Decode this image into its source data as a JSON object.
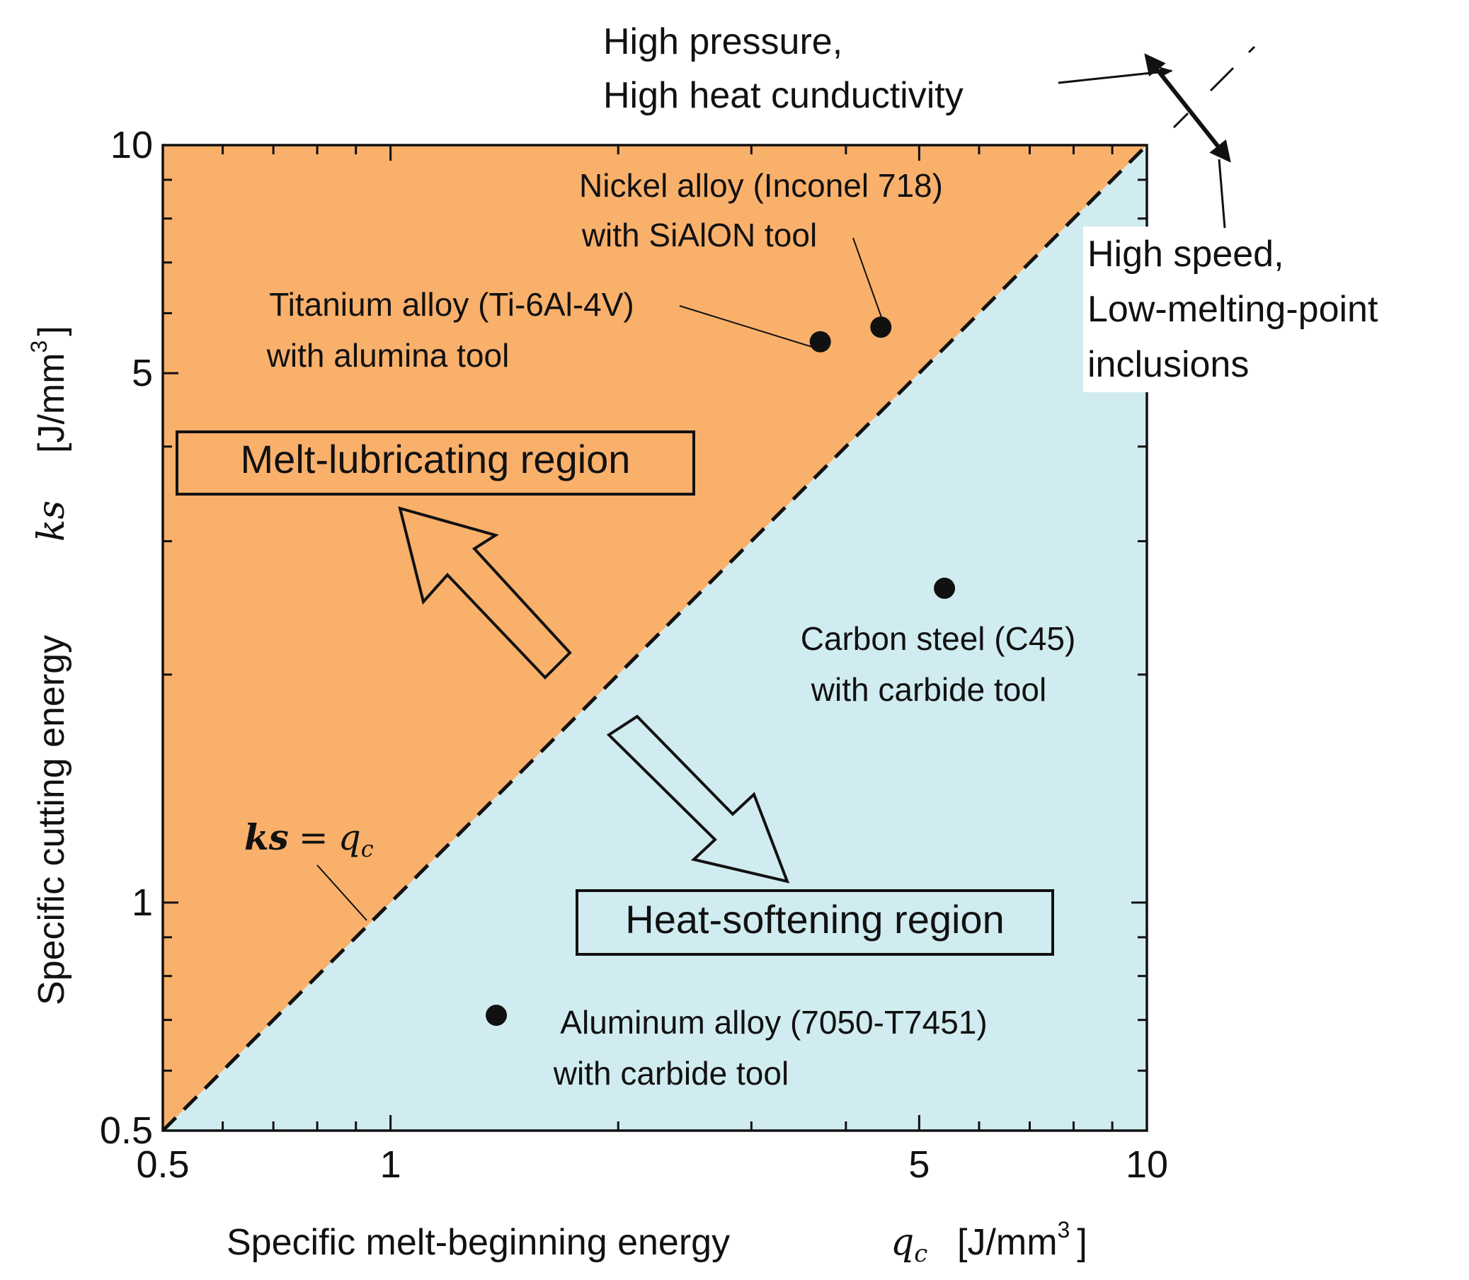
{
  "chart_data": {
    "type": "scatter",
    "x_scale": "log",
    "y_scale": "log",
    "xlim": [
      0.5,
      10
    ],
    "ylim": [
      0.5,
      10
    ],
    "x_ticks": [
      0.5,
      1,
      5,
      10
    ],
    "y_ticks": [
      0.5,
      1,
      5,
      10
    ],
    "x_tick_labels": [
      "0.5",
      "1",
      "5",
      "10"
    ],
    "y_tick_labels": [
      "0.5",
      "1",
      "5",
      "10"
    ],
    "xlabel": "Specific melt-beginning energy",
    "xlabel_symbol": "q",
    "xlabel_subscript": "c",
    "xlabel_unit": "[J/mm",
    "xlabel_unit_sup": "3",
    "xlabel_unit_close": "]",
    "ylabel": "Specific cutting energy",
    "ylabel_symbol": "ks",
    "ylabel_unit": "[J/mm",
    "ylabel_unit_sup": "3",
    "ylabel_unit_close": "]",
    "grid": false,
    "legend": "none",
    "regions": [
      {
        "name": "Melt-lubricating region",
        "color": "#f9b06b",
        "side": "above ks = qc"
      },
      {
        "name": "Heat-softening region",
        "color": "#d0ecf0",
        "side": "below ks = qc"
      }
    ],
    "reference_line": {
      "label_lhs": "ks",
      "label_eq": "=",
      "label_rhs": "q",
      "label_rhs_sub": "c",
      "style": "dashed",
      "points": [
        [
          0.5,
          0.5
        ],
        [
          10,
          10
        ]
      ]
    },
    "points": [
      {
        "label_line1": "Titanium alloy (Ti-6Al-4V)",
        "label_line2": "with alumina tool",
        "x": 3.7,
        "y": 5.5
      },
      {
        "label_line1": "Nickel alloy (Inconel 718)",
        "label_line2": "with SiAlON tool",
        "x": 4.45,
        "y": 5.75
      },
      {
        "label_line1": "Carbon steel (C45)",
        "label_line2": "with carbide tool",
        "x": 5.4,
        "y": 2.6
      },
      {
        "label_line1": "Aluminum alloy (7050-T7451)",
        "label_line2": "with carbide tool",
        "x": 1.38,
        "y": 0.71
      }
    ],
    "corner_annotations": {
      "upper_line1": "High pressure,",
      "upper_line2": "High heat cunductivity",
      "lower_line1": "High speed,",
      "lower_line2": "Low-melting-point",
      "lower_line3": "inclusions"
    }
  },
  "colors": {
    "melt_region": "#f9b06b",
    "heat_region": "#d0ecf0",
    "ink": "#111111"
  }
}
